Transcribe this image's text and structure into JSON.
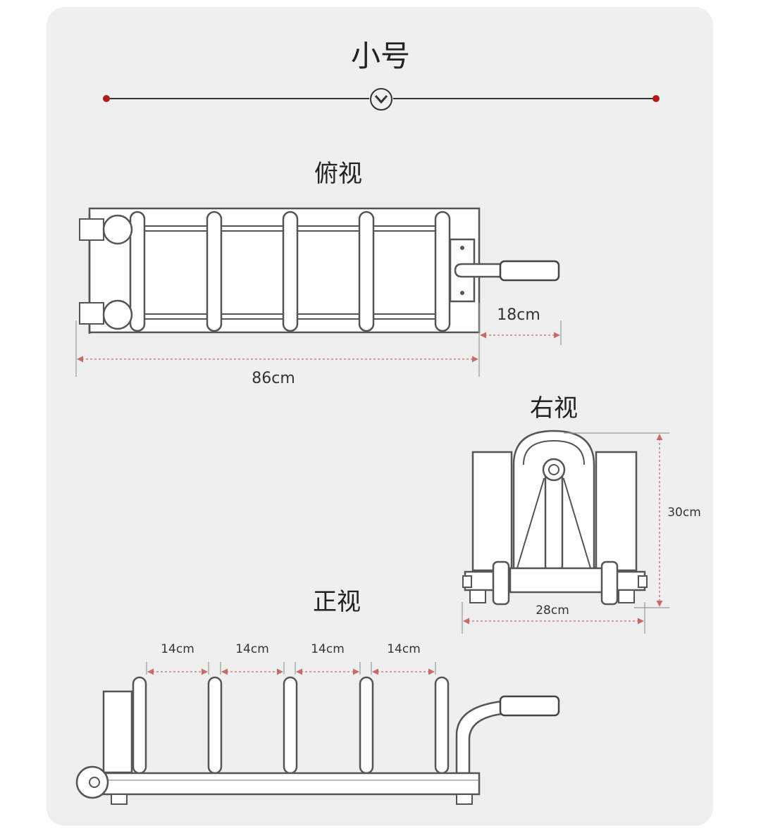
{
  "header": {
    "title": "小号",
    "accent_color": "#b01c1c"
  },
  "top_view": {
    "title": "俯视",
    "dim_length": "86cm",
    "dim_handle": "18cm"
  },
  "right_view": {
    "title": "右视",
    "dim_height": "30cm",
    "dim_width": "28cm"
  },
  "front_view": {
    "title": "正视",
    "dim_spacing": [
      "14cm",
      "14cm",
      "14cm",
      "14cm"
    ]
  },
  "icons": {
    "divider_center": "chevron-down-circle-icon",
    "divider_ends": "red-dot-icon"
  }
}
